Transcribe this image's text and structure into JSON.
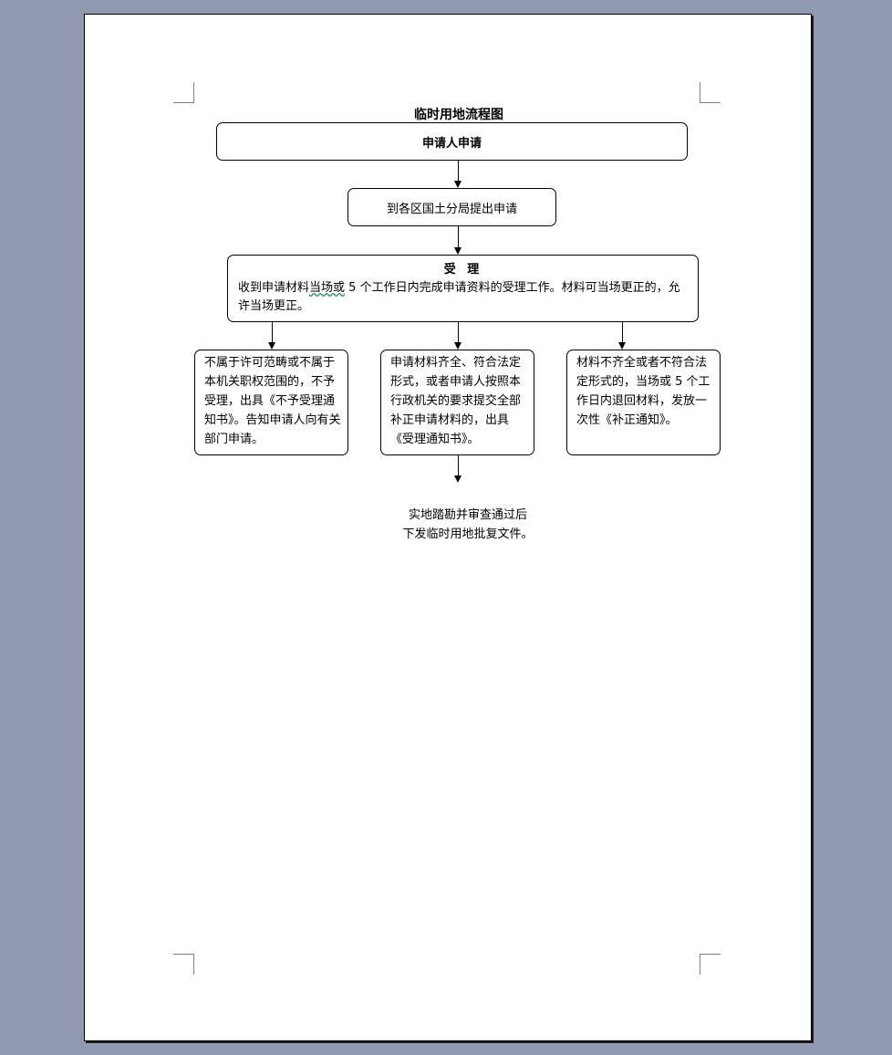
{
  "document": {
    "title": "临时用地流程图",
    "step1": "申请人申请",
    "step2": "到各区国土分局提出申请",
    "step3": {
      "heading": "受 理",
      "text_part1": "收到申请材料",
      "text_underlined": "当场或",
      "text_part2": " 5 个工作日内完成申请资料的受理工作。材料可当场更正的，允许当场更正。"
    },
    "branches": [
      "不属于许可范畴或不属于本机关职权范围的，不予受理，出具《不予受理通知书》。告知申请人向有关部门申请。",
      "申请材料齐全、符合法定形式，或者申请人按照本行政机关的要求提交全部补正申请材料的，出具《受理通知书》。",
      "材料不齐全或者不符合法定形式的，当场或 5 个工作日内退回材料，发放一次性《补正通知》。"
    ],
    "result_line1": "实地踏勘并审查通过后",
    "result_line2": "下发临时用地批复文件。"
  }
}
